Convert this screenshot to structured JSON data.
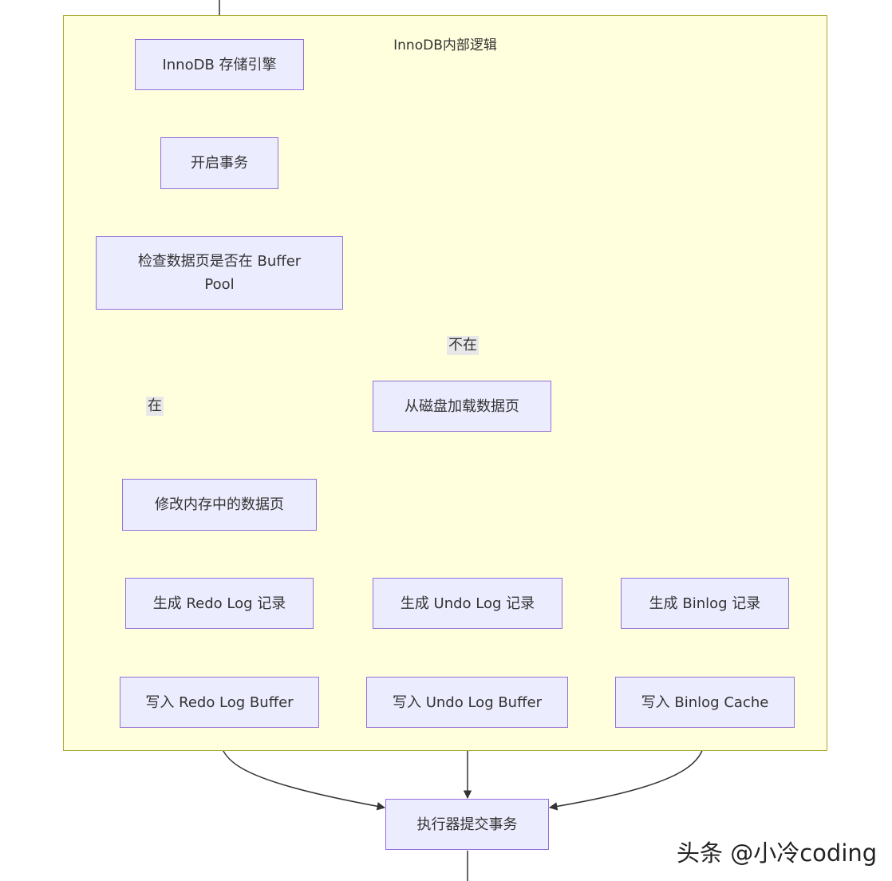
{
  "cluster": {
    "title": "InnoDB内部逻辑"
  },
  "nodes": {
    "innodb": "InnoDB 存储引擎",
    "begin_tx": "开启事务",
    "check_buffer_pool": "检查数据页是否在 Buffer Pool",
    "load_from_disk": "从磁盘加载数据页",
    "modify_page": "修改内存中的数据页",
    "gen_redo": "生成 Redo Log 记录",
    "gen_undo": "生成 Undo Log 记录",
    "gen_binlog": "生成 Binlog 记录",
    "write_redo": "写入 Redo Log Buffer",
    "write_undo": "写入 Undo Log Buffer",
    "write_binlog": "写入 Binlog Cache",
    "commit": "执行器提交事务"
  },
  "edge_labels": {
    "yes": "在",
    "no": "不在"
  },
  "watermark": "头条 @小冷coding",
  "colors": {
    "node_fill": "#ececff",
    "node_border": "#9370db",
    "cluster_fill": "#ffffde",
    "cluster_border": "#aaaa33",
    "edge": "#333333",
    "label_bg": "#e8e8e8"
  }
}
